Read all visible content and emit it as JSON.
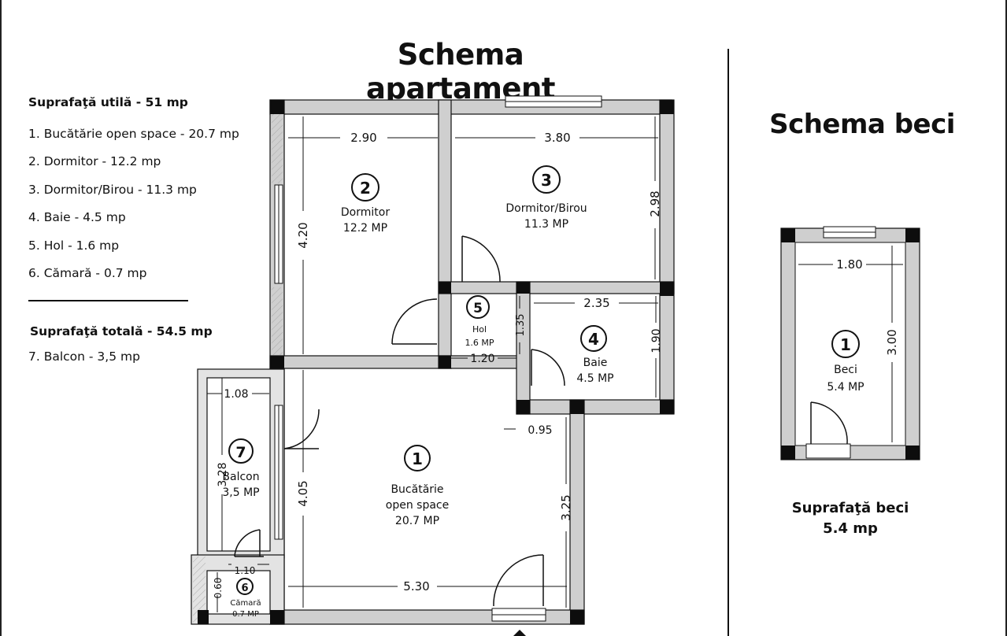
{
  "title": "Schema apartament",
  "beci_title": "Schema beci",
  "legend": {
    "usable_area": "Suprafaţă utilă - 51 mp",
    "rooms": [
      "1. Bucătărie open space - 20.7 mp",
      "2. Dormitor - 12.2 mp",
      "3. Dormitor/Birou - 11.3 mp",
      "4. Baie - 4.5 mp",
      "5. Hol - 1.6 mp",
      "6. Cămară - 0.7 mp"
    ],
    "total_area": "Suprafaţă totală - 54.5 mp",
    "balcony": "7. Balcon - 3,5 mp"
  },
  "plan": {
    "room1": {
      "num": "1",
      "line1": "Bucătărie",
      "line2": "open space",
      "area": "20.7 MP"
    },
    "room2": {
      "num": "2",
      "name": "Dormitor",
      "area": "12.2 MP"
    },
    "room3": {
      "num": "3",
      "name": "Dormitor/Birou",
      "area": "11.3 MP"
    },
    "room4": {
      "num": "4",
      "name": "Baie",
      "area": "4.5 MP"
    },
    "room5": {
      "num": "5",
      "name": "Hol",
      "area": "1.6 MP"
    },
    "room6": {
      "num": "6",
      "name": "Cămară",
      "area": "0.7 MP"
    },
    "room7": {
      "num": "7",
      "name": "Balcon",
      "area": "3,5 MP"
    },
    "dims": {
      "d290": "2.90",
      "d380": "3.80",
      "d420": "4.20",
      "d298": "2.98",
      "d235": "2.35",
      "d135": "1.35",
      "d120": "1.20",
      "d190": "1.90",
      "d108": "1.08",
      "d328": "3.28",
      "d405": "4.05",
      "d095": "0.95",
      "d325": "3.25",
      "d530": "5.30",
      "d110": "1.10",
      "d060": "0.60"
    }
  },
  "beci": {
    "room": {
      "num": "1",
      "name": "Beci",
      "area": "5.4 MP"
    },
    "dims": {
      "d180": "1.80",
      "d300": "3.00"
    },
    "area_label": "Suprafaţă beci",
    "area_value": "5.4 mp"
  }
}
